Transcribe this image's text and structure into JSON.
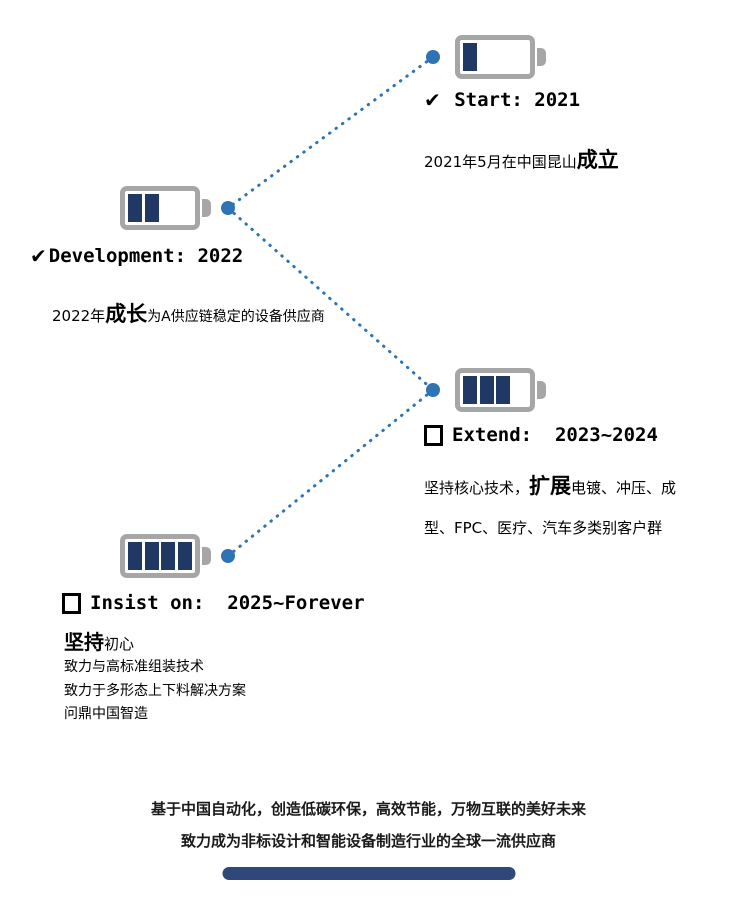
{
  "colors": {
    "dot_blue": "#2e74b5",
    "line_blue": "#2e74b5",
    "battery_shell": "#a6a6a6",
    "battery_bar": "#1f3864",
    "footer_bar": "#2f4779"
  },
  "milestones": [
    {
      "marker": {
        "icon": "check",
        "glyph": "✔"
      },
      "title": " Start: 2021",
      "battery_bars": 1,
      "desc": {
        "pre": "2021年5月在中国昆山",
        "em": "成立",
        "post": ""
      }
    },
    {
      "marker": {
        "icon": "check",
        "glyph": "✔"
      },
      "title": "Development: 2022",
      "battery_bars": 2,
      "desc": {
        "pre": "2022年",
        "em": "成长",
        "post": "为A供应链稳定的设备供应商"
      }
    },
    {
      "marker": {
        "icon": "empty-checkbox",
        "glyph": ""
      },
      "title": "Extend:  2023~2024",
      "battery_bars": 3,
      "desc": {
        "pre": "坚持核心技术，",
        "em": "扩展",
        "post": "电镀、冲压、成型、FPC、医疗、汽车多类别客户群"
      }
    },
    {
      "marker": {
        "icon": "empty-checkbox",
        "glyph": ""
      },
      "title": "Insist on:  2025~Forever",
      "battery_bars": 4,
      "heading": {
        "em": "坚持",
        "rest": "初心"
      },
      "lines": [
        "致力与高标准组装技术",
        "致力于多形态上下料解决方案",
        "问鼎中国智造"
      ]
    }
  ],
  "footer": {
    "line1": "基于中国自动化，创造低碳环保，高效节能，万物互联的美好未来",
    "line2": "致力成为非标设计和智能设备制造行业的全球一流供应商"
  }
}
